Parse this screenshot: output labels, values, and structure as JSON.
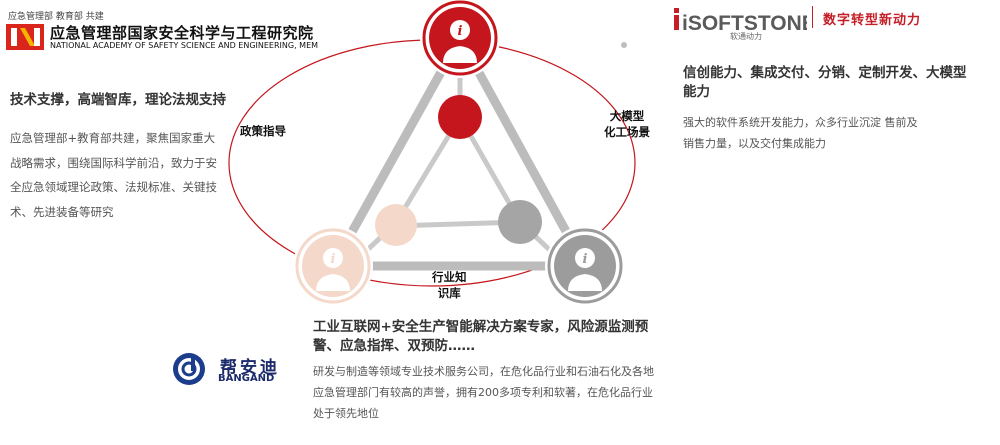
{
  "academy": {
    "top_text": "应急管理部 教育部 共建",
    "name_cn": "应急管理部国家安全科学与工程研究院",
    "name_en": "NATIONAL ACADEMY OF SAFETY SCIENCE AND ENGINEERING, MEM"
  },
  "left": {
    "heading": "技术支撑，高端智库，理论法规支持",
    "body": "应急管理部+教育部共建，聚焦国家重大战略需求，围绕国际科学前沿，致力于安全应急领域理论政策、法规标准、关键技术、先进装备等研究"
  },
  "isoftstone": {
    "logo_text": "iSOFTSTONE",
    "logo_sub": "软通动力",
    "slogan": "数字转型新动力",
    "heading": "信创能力、集成交付、分销、定制开发、大模型能力",
    "body": "强大的软件系统开发能力，众多行业沉淀 售前及销售力量，以及交付集成能力"
  },
  "diagram": {
    "label_policy": "政策指导",
    "label_chem_1": "大模型",
    "label_chem_2": "化工场景",
    "label_know_1": "行业知",
    "label_know_2": "识库",
    "node_icon": "i",
    "colors": {
      "top": "#c4161c",
      "left": "#f4d7c7",
      "right": "#9c9c9c",
      "ellipse": "#c4161c",
      "triangle": "#b7b7b7"
    }
  },
  "bangand": {
    "name_cn": "帮安迪",
    "name_en": "BANGAND",
    "heading": "工业互联网+安全生产智能解决方案专家，风险源监测预警、应急指挥、双预防……",
    "body": "研发与制造等领域专业技术服务公司，在危化品行业和石油石化及各地应急管理部门有较高的声誉，拥有200多项专利和软著，在危化品行业处于领先地位"
  }
}
